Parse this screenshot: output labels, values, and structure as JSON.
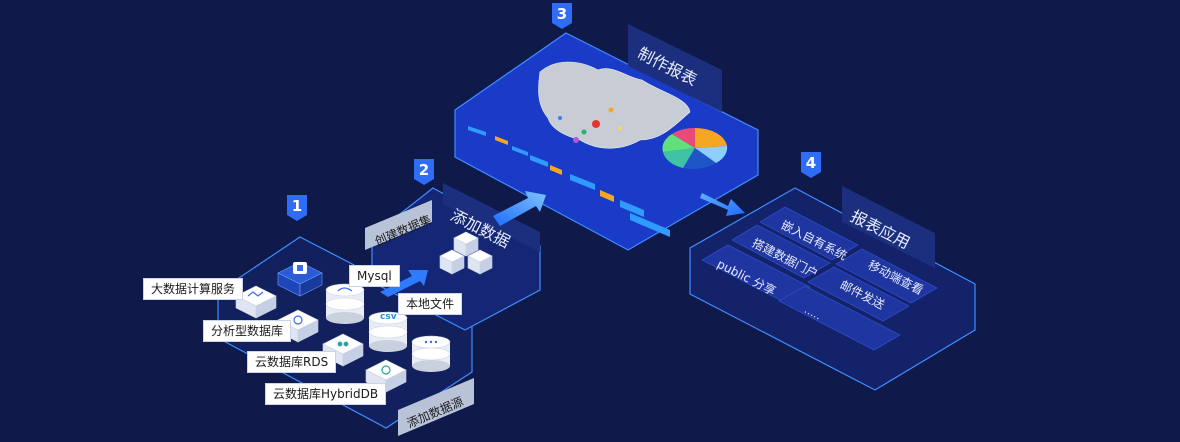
{
  "steps": [
    {
      "number": "1",
      "tag": "添加数据源"
    },
    {
      "number": "2",
      "title": "添加数据",
      "tag": "创建数据集"
    },
    {
      "number": "3",
      "title": "制作报表"
    },
    {
      "number": "4",
      "title": "报表应用"
    }
  ],
  "sources": {
    "big_data": "大数据计算服务",
    "mysql": "Mysql",
    "analytic_db": "分析型数据库",
    "local_file": "本地文件",
    "cloud_rds": "云数据库RDS",
    "hybrid_db": "云数据库HybridDB",
    "csv_icon_text": "csv"
  },
  "apps": {
    "embed": "嵌入自有系统",
    "portal": "搭建数据门户",
    "public_share": "public 分享",
    "mobile": "移动端查看",
    "email": "邮件发送",
    "more": "....."
  },
  "colors": {
    "background": "#0f1a4a",
    "panel_fill": "#1a3ac8",
    "panel_edge": "#3f8cff",
    "badge": "#2f6df6",
    "tag_fill": "#b9c3d8"
  }
}
